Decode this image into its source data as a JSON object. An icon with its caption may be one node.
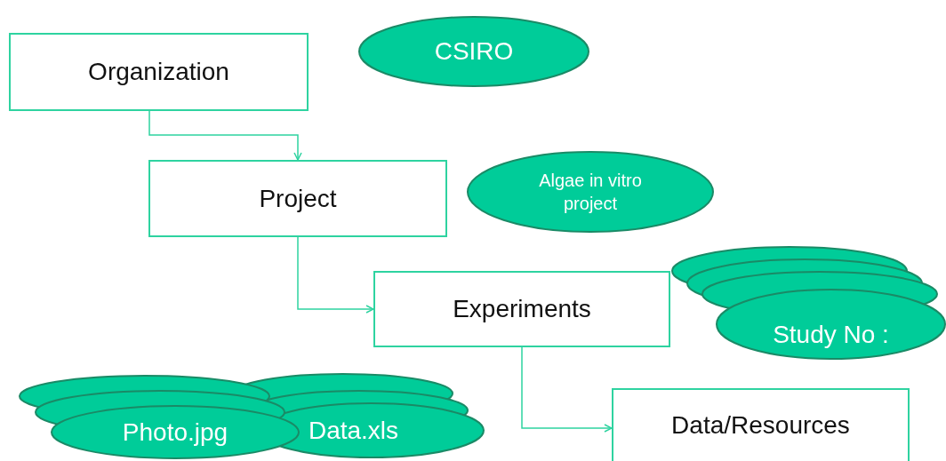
{
  "diagram": {
    "nodes": [
      {
        "text": [
          "Organization"
        ]
      },
      {
        "text": [
          "CSIRO"
        ]
      },
      {
        "text": [
          "Project"
        ]
      },
      {
        "text": [
          "Algae in vitro project"
        ]
      },
      {
        "text": [
          "Experiments"
        ]
      },
      {
        "text": [],
        "shape": "ellipse"
      },
      {
        "text": [],
        "shape": "ellipse"
      },
      {
        "text": [],
        "shape": "ellipse"
      },
      {
        "text": [
          "Study No :"
        ]
      },
      {
        "text": [
          "Data/Resources"
        ]
      },
      {
        "text": [],
        "shape": "ellipse"
      },
      {
        "text": [],
        "shape": "ellipse"
      },
      {
        "text": [
          "Photo.jpg"
        ]
      },
      {
        "text": [],
        "shape": "ellipse"
      },
      {
        "text": [],
        "shape": "ellipse"
      },
      {
        "text": [
          "Data.xls"
        ]
      }
    ],
    "edges": [
      {
        "from": 0,
        "to": 2,
        "arrow": "to"
      },
      {
        "from": 2,
        "to": 4,
        "arrow": "to"
      },
      {
        "from": 4,
        "to": 9,
        "arrow": "to"
      }
    ]
  }
}
